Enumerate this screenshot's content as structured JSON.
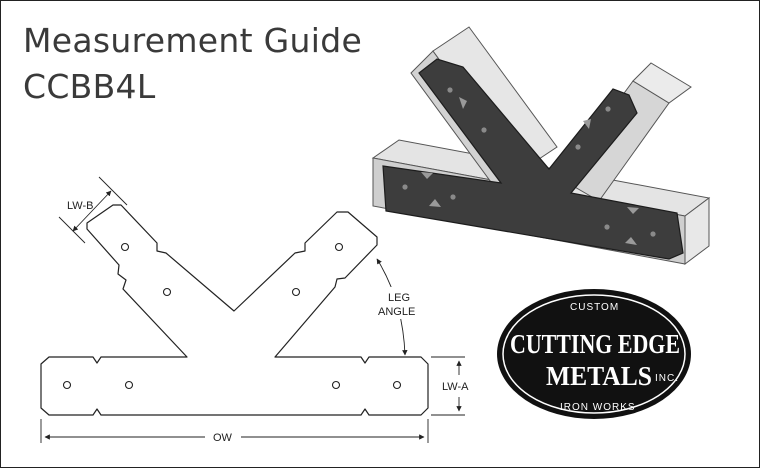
{
  "header": {
    "title_line1": "Measurement Guide",
    "title_line2": "CCBB4L"
  },
  "diagram": {
    "labels": {
      "lw_b": "LW-B",
      "leg": "LEG",
      "angle": "ANGLE",
      "lw_a": "LW-A",
      "ow": "OW"
    }
  },
  "logo": {
    "custom": "CUSTOM",
    "cutting_edge": "CUTTING EDGE",
    "metals": "METALS",
    "inc": "INC.",
    "iron_works": "IRON WORKS"
  },
  "colors": {
    "plate": "#3d3d3d",
    "wood": "#dcdcdc",
    "logo_bg": "#111111"
  }
}
